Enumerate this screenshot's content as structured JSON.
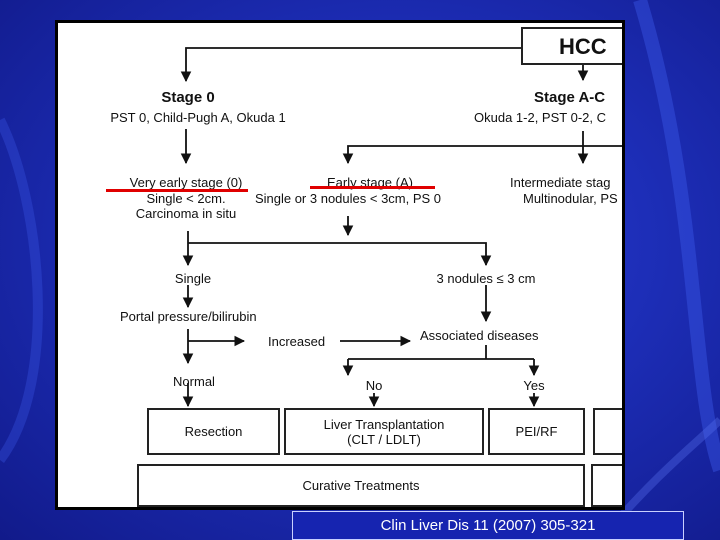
{
  "flowchart": {
    "root": "HCC",
    "stage0": {
      "title": "Stage 0",
      "detail": "PST 0, Child-Pugh A, Okuda 1"
    },
    "stageAC": {
      "title": "Stage A-C",
      "detail": "Okuda 1-2, PST 0-2, C"
    },
    "very_early": {
      "label": "Very early stage (0)",
      "line2": "Single < 2cm.",
      "line3": "Carcinoma in situ"
    },
    "early": {
      "label": "Early stage (A)",
      "line2": "Single or 3 nodules < 3cm, PS 0"
    },
    "intermediate": {
      "label": "Intermediate stag",
      "line2": "Multinodular, PS"
    },
    "single": "Single",
    "three_nodules": "3 nodules ≤ 3 cm",
    "portal": "Portal pressure/bilirubin",
    "increased": "Increased",
    "associated": "Associated diseases",
    "normal": "Normal",
    "no": "No",
    "yes": "Yes",
    "treatments": {
      "resection": "Resection",
      "transplant_line1": "Liver Transplantation",
      "transplant_line2": "(CLT / LDLT)",
      "pei": "PEI/RF"
    },
    "curative": "Curative Treatments"
  },
  "citation": "Clin Liver Dis 11 (2007) 305-321",
  "colors": {
    "underline": "#e00000",
    "background": "#1d2eb8"
  }
}
